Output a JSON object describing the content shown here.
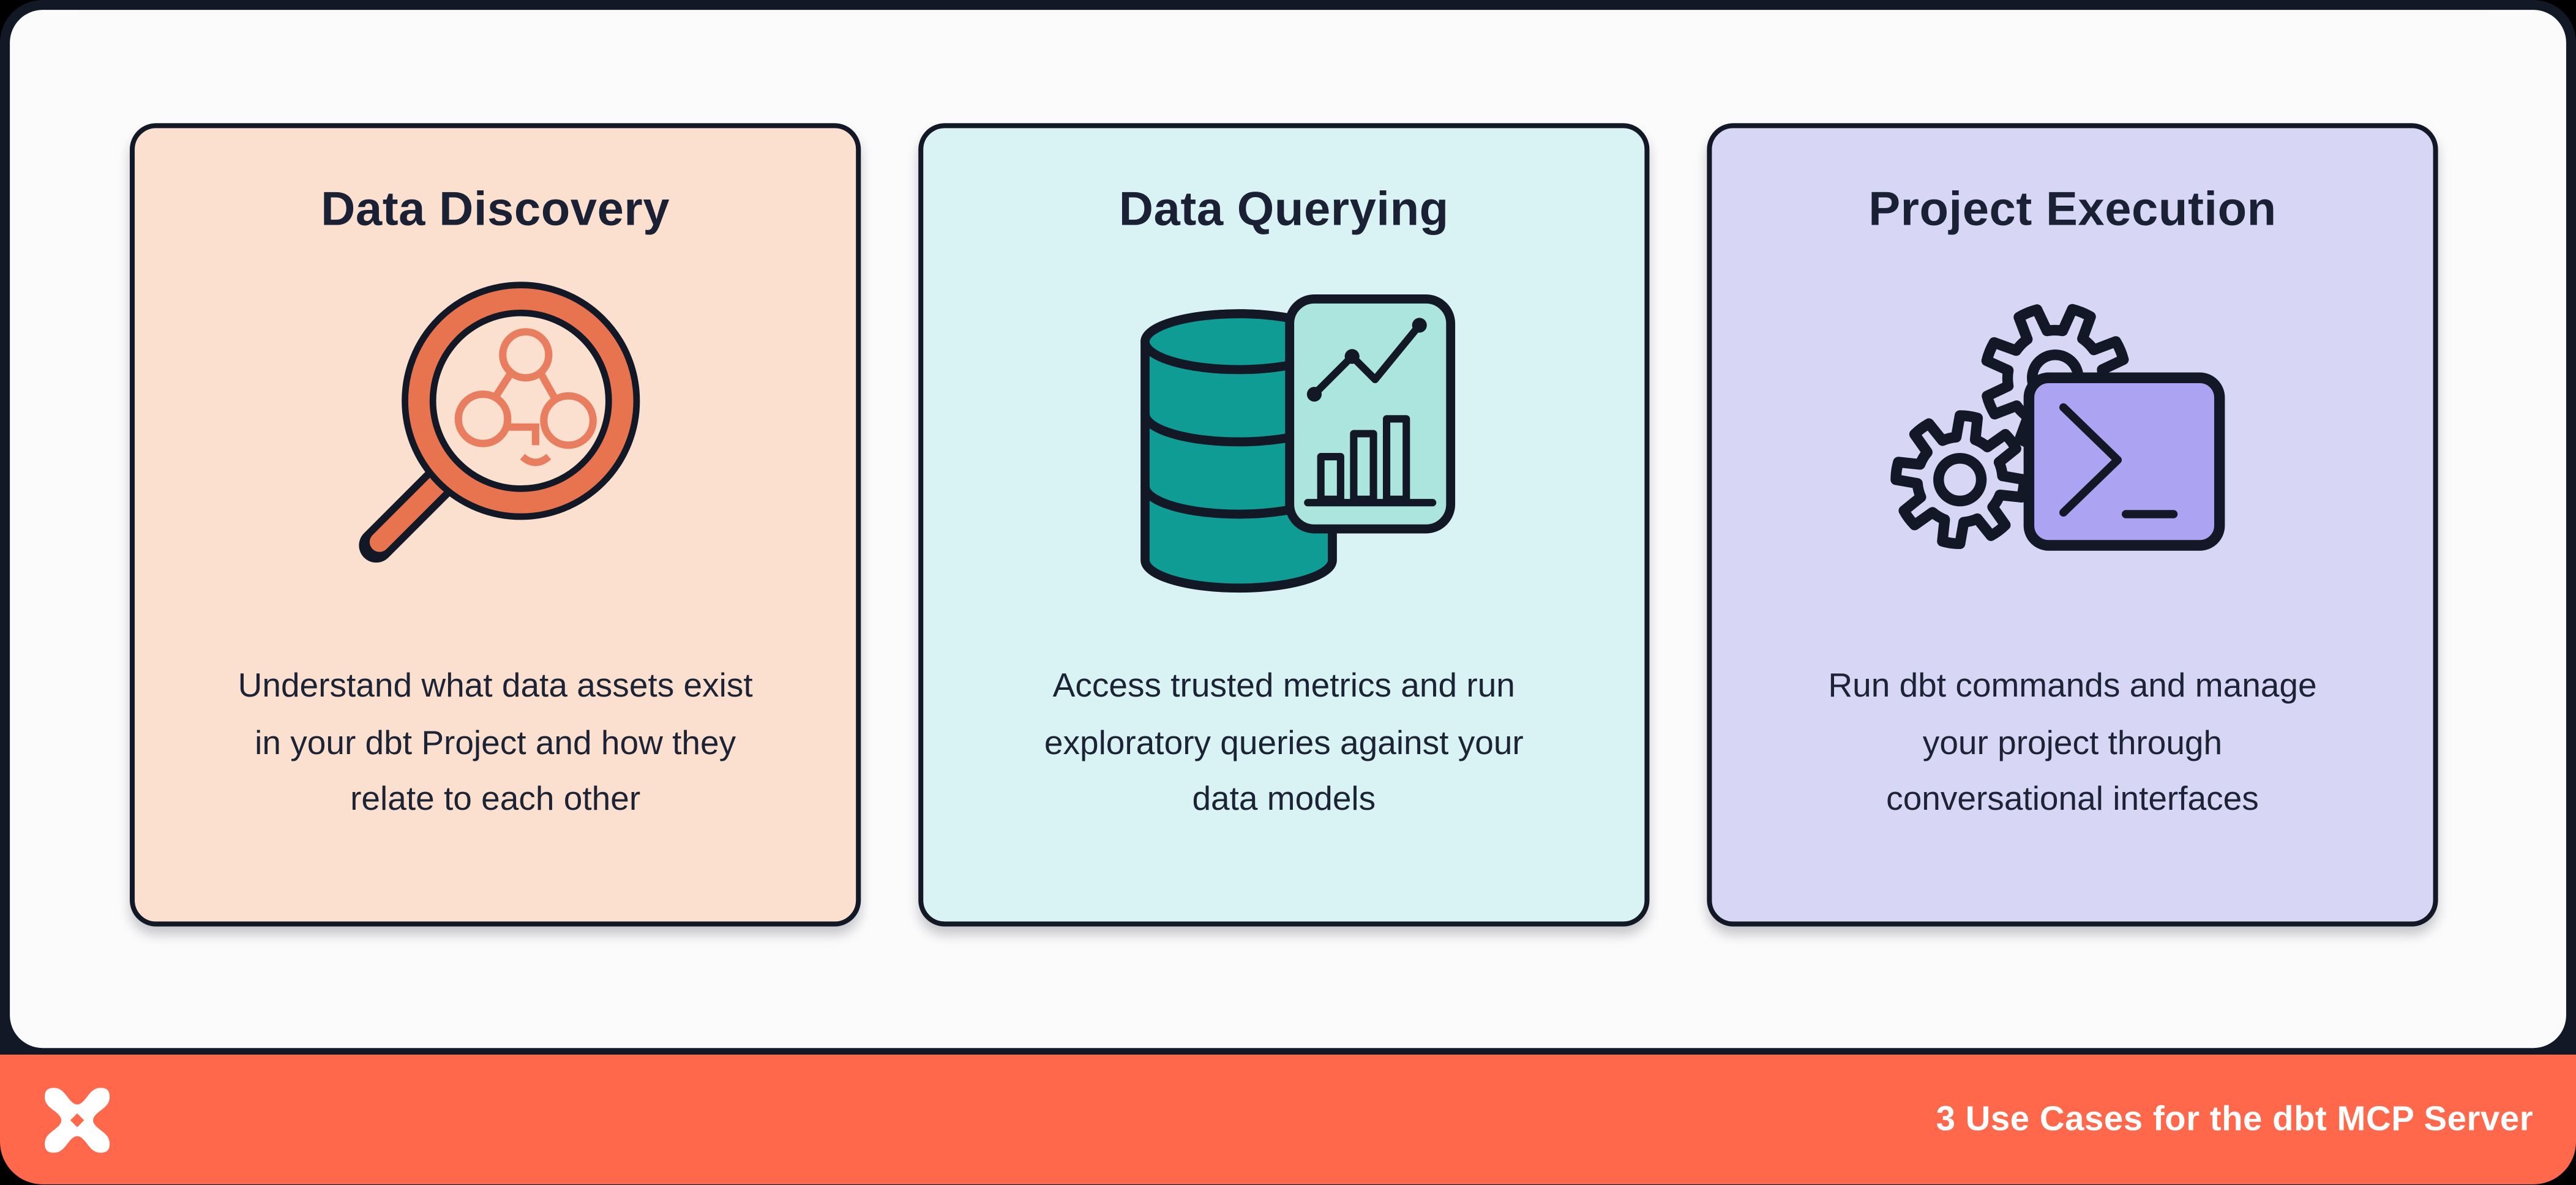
{
  "page": {
    "background": "#000000",
    "frame_color": "#131826",
    "panel_color": "#FBFBFC"
  },
  "cards": [
    {
      "title": "Data Discovery",
      "icon": "magnifier-lineage-icon",
      "bg": "#FBE0D0",
      "accent": "#E8734F",
      "body_lines": [
        "Understand what data assets exist",
        "in your dbt Project and how they",
        "relate to each other"
      ]
    },
    {
      "title": "Data Querying",
      "icon": "database-chart-icon",
      "bg": "#D9F2F4",
      "accent": "#0E9C95",
      "body_lines": [
        "Access trusted metrics and run",
        "exploratory queries against your",
        "data models"
      ]
    },
    {
      "title": "Project Execution",
      "icon": "gears-terminal-icon",
      "bg": "#D7D6F4",
      "accent": "#ACA4F2",
      "body_lines": [
        "Run dbt commands and manage",
        "your project through",
        "conversational interfaces"
      ]
    }
  ],
  "footer": {
    "logo": "dbt-logo",
    "label": "3 Use Cases for the dbt MCP Server",
    "bg": "#FF684B",
    "text_color": "#FFFFFF"
  }
}
